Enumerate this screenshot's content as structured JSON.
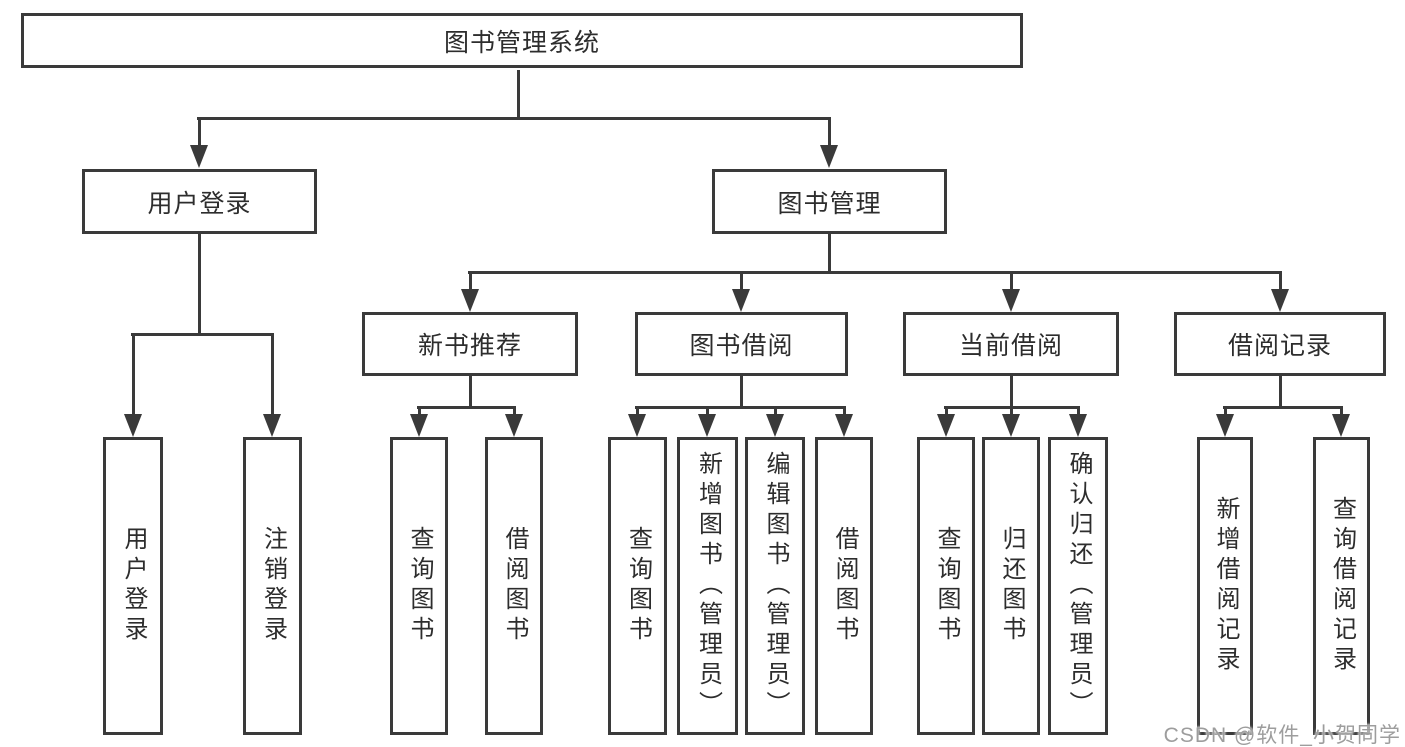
{
  "tree": {
    "root": {
      "label": "图书管理系统"
    },
    "children": [
      {
        "label": "用户登录",
        "children": [
          {
            "label": "用户登录"
          },
          {
            "label": "注销登录"
          }
        ]
      },
      {
        "label": "图书管理",
        "children": [
          {
            "label": "新书推荐",
            "children": [
              {
                "label": "查询图书"
              },
              {
                "label": "借阅图书"
              }
            ]
          },
          {
            "label": "图书借阅",
            "children": [
              {
                "label": "查询图书"
              },
              {
                "label": "新增图书（管理员）"
              },
              {
                "label": "编辑图书（管理员）"
              },
              {
                "label": "借阅图书"
              }
            ]
          },
          {
            "label": "当前借阅",
            "children": [
              {
                "label": "查询图书"
              },
              {
                "label": "归还图书"
              },
              {
                "label": "确认归还（管理员）"
              }
            ]
          },
          {
            "label": "借阅记录",
            "children": [
              {
                "label": "新增借阅记录"
              },
              {
                "label": "查询借阅记录"
              }
            ]
          }
        ]
      }
    ]
  },
  "watermark": {
    "text": "CSDN @软件_小贺同学"
  },
  "colors": {
    "line": "#3a3a3a",
    "text": "#2d2d2d",
    "background": "#ffffff",
    "watermark": "#9d9d9d"
  }
}
